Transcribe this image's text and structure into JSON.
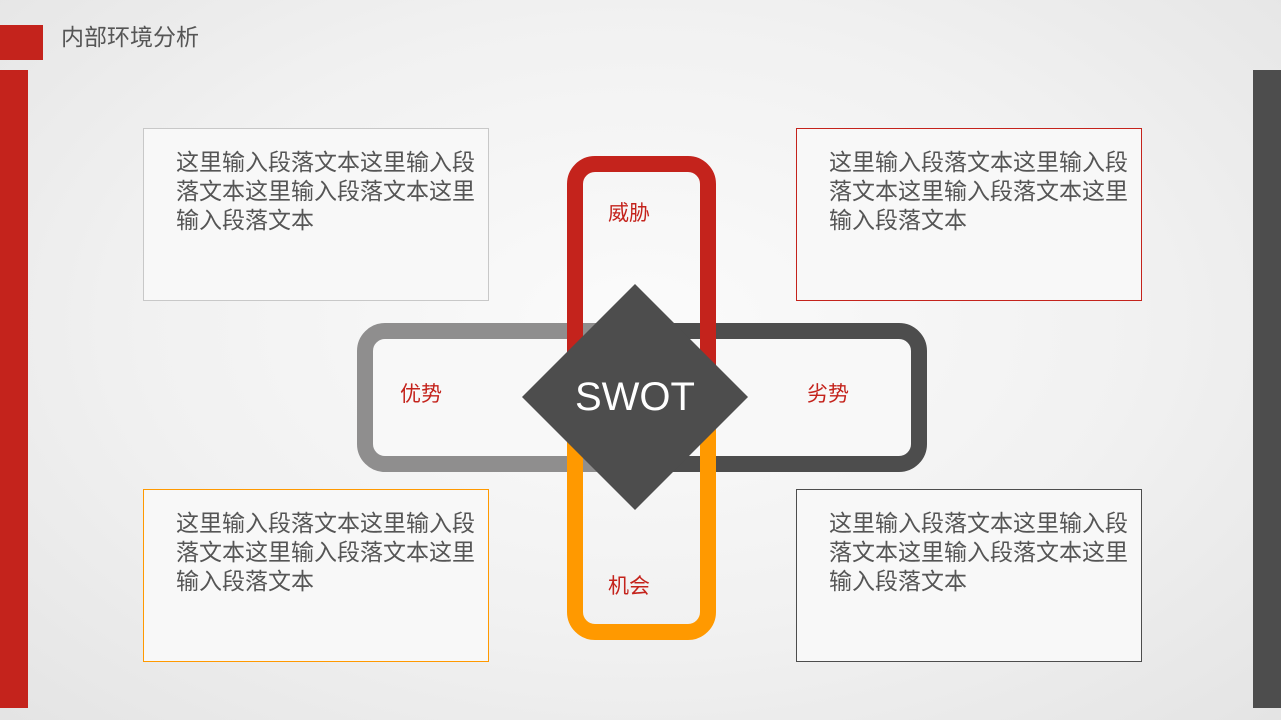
{
  "header": {
    "title": "内部环境分析"
  },
  "swot": {
    "center": "SWOT",
    "threat": "威胁",
    "strength": "优势",
    "weakness": "劣势",
    "opportunity": "机会"
  },
  "boxes": {
    "top_left": "这里输入段落文本这里输入段落文本这里输入段落文本这里输入段落文本",
    "top_right": "这里输入段落文本这里输入段落文本这里输入段落文本这里输入段落文本",
    "bottom_left": "这里输入段落文本这里输入段落文本这里输入段落文本这里输入段落文本",
    "bottom_right": "这里输入段落文本这里输入段落文本这里输入段落文本这里输入段落文本"
  },
  "colors": {
    "red": "#c4231c",
    "orange": "#ff9900",
    "gray": "#8f8e8e",
    "dark": "#4d4d4d"
  }
}
